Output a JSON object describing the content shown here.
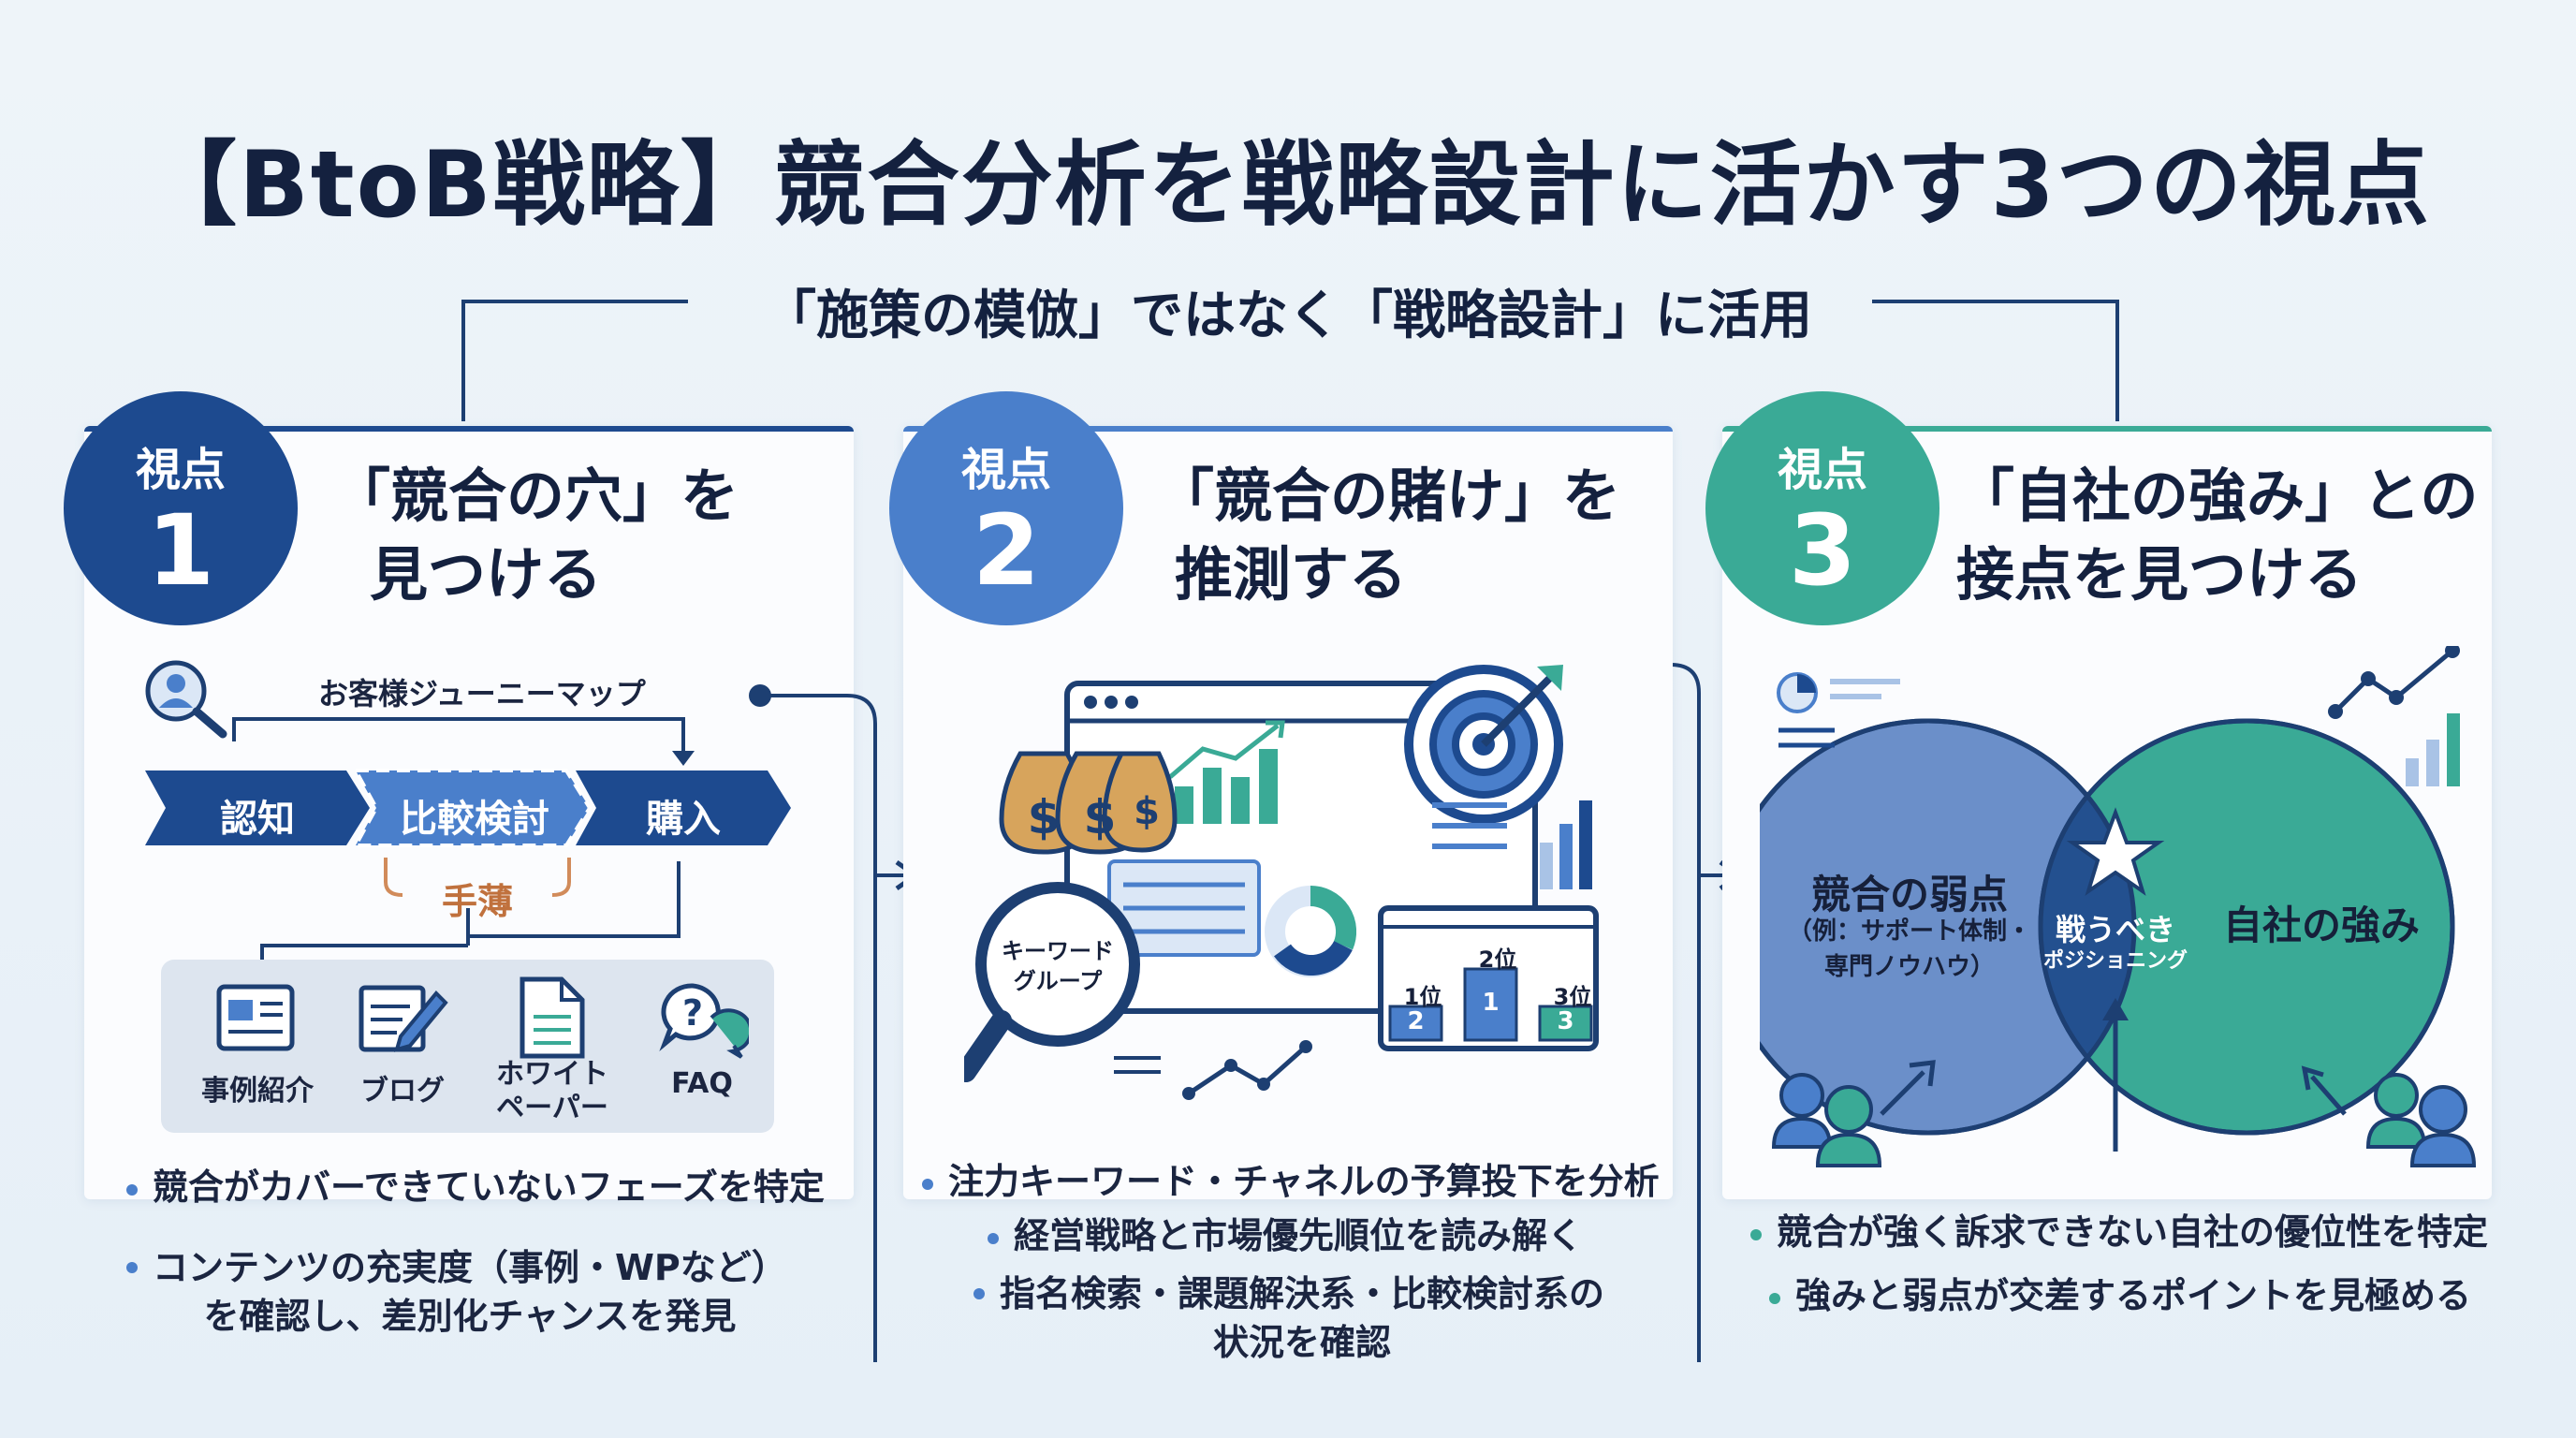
{
  "title": "【BtoB戦略】競合分析を戦略設計に活かす3つの視点",
  "subtitle": "「施策の模倣」ではなく「戦略設計」に活用",
  "colors": {
    "navy": "#1d4a8f",
    "blue": "#4a7fcb",
    "teal": "#3aaa96",
    "dark": "#14213f"
  },
  "panels": [
    {
      "badge_label": "視点",
      "badge_number": "1",
      "title_line1": "「競合の穴」を",
      "title_line2": "見つける",
      "journey_label": "お客様ジューニーマップ",
      "stages": [
        "認知",
        "比較検討",
        "購入"
      ],
      "gap_label": "手薄",
      "content_types": [
        "事例紹介",
        "ブログ",
        "ホワイト\nペーパー",
        "FAQ"
      ],
      "bullets": [
        "競合がカバーできていないフェーズを特定",
        "コンテンツの充実度（事例・WPなど）\nを確認し、差別化チャンスを発見"
      ]
    },
    {
      "badge_label": "視点",
      "badge_number": "2",
      "title_line1": "「競合の賭け」を",
      "title_line2": "推測する",
      "keyword_group": "キーワード\nグループ",
      "rank_labels": [
        "1位",
        "2位",
        "3位"
      ],
      "rank_numbers": [
        "2",
        "1",
        "3"
      ],
      "bullets": [
        "注力キーワード・チャネルの予算投下を分析",
        "経営戦略と市場優先順位を読み解く",
        "指名検索・課題解決系・比較検討系の\n状況を確認"
      ]
    },
    {
      "badge_label": "視点",
      "badge_number": "3",
      "title_line1": "「自社の強み」との",
      "title_line2": "接点を見つける",
      "venn_left_title": "競合の弱点",
      "venn_left_sub": "（例：サポート体制・\n専門ノウハウ）",
      "venn_center_title": "戦うべき",
      "venn_center_sub": "ポジショニング",
      "venn_right_title": "自社の強み",
      "bullets": [
        "競合が強く訴求できない自社の優位性を特定",
        "強みと弱点が交差するポイントを見極める"
      ]
    }
  ]
}
